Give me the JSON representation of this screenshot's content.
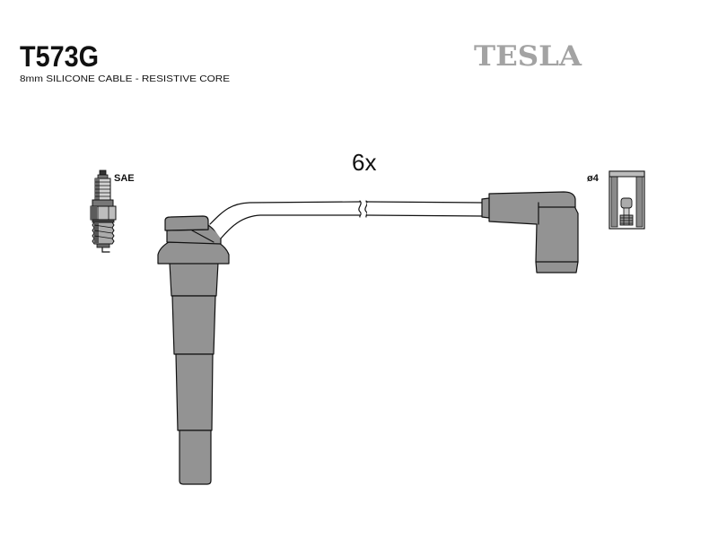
{
  "header": {
    "part_number": "T573G",
    "description": "8mm SILICONE CABLE - RESISTIVE CORE"
  },
  "brand": {
    "logo_text": "TESLA"
  },
  "diagram": {
    "quantity": "6x",
    "spark_plug_standard": "SAE",
    "terminal_size": "ø4"
  },
  "icons": {
    "spark_plug": "spark-plug-icon",
    "terminal": "terminal-connector-icon"
  },
  "colors": {
    "part_fill": "#939393",
    "outline": "#111111",
    "logo": "#a3a3a3",
    "text": "#111111"
  }
}
